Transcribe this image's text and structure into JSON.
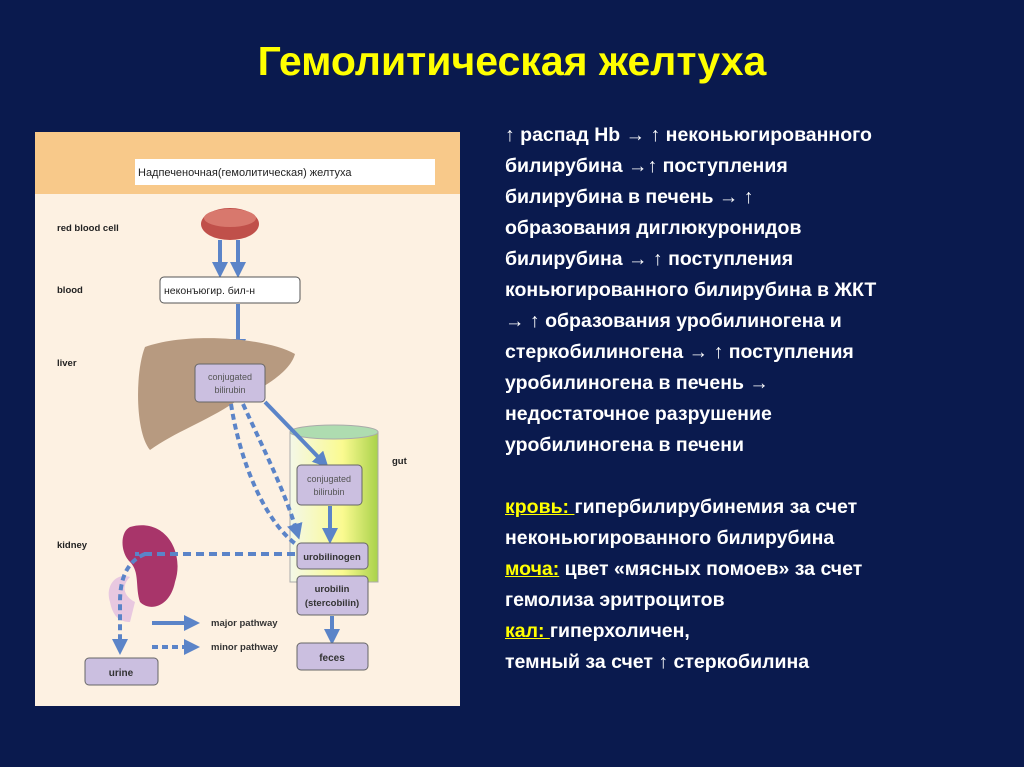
{
  "title": "Гемолитическая желтуха",
  "diagram": {
    "header": "Надпеченочная(гемолитическая) желтуха",
    "labels": {
      "rbc": "red blood cell",
      "blood": "blood",
      "liver": "liver",
      "kidney": "kidney",
      "gut": "gut"
    },
    "boxes": {
      "unconj": "неконъюгир. бил-н",
      "liver_conj_1": "conjugated",
      "liver_conj_2": "bilirubin",
      "gut_conj_1": "conjugated",
      "gut_conj_2": "bilirubin",
      "urobilinogen": "urobilinogen",
      "urobilin_1": "urobilin",
      "urobilin_2": "(stercobilin)",
      "feces": "feces",
      "urine": "urine"
    },
    "legend": {
      "major": "major pathway",
      "minor": "minor pathway"
    },
    "colors": {
      "arrow": "#5b84c8",
      "box": "#cbbfe0",
      "header_band": "#f8c98a",
      "panel": "#fdf1e2"
    }
  },
  "text": {
    "lines": [
      "↑ распад Hb → ↑ неконьюгированного",
      "билирубина →↑ поступления",
      "билирубина в печень → ↑",
      "образования  диглюкуронидов",
      "билирубина → ↑ поступления",
      "коньюгированного билирубина  в ЖКТ",
      "→ ↑ образования уробилиногена и",
      "стеркобилиногена → ↑ поступления",
      "уробилиногена в печень →",
      "недостаточное разрушение",
      "уробилиногена в печени"
    ],
    "blood_label": "кровь: ",
    "blood_text": "гипербилирубинемия  за счет",
    "blood_text2": "неконьюгированного билирубина",
    "urine_label": "моча:",
    "urine_text": " цвет «мясных помоев» за счет",
    "urine_text2": "гемолиза эритроцитов",
    "feces_label": "кал: ",
    "feces_text": "гиперхоличен,",
    "feces_text2": "темный за счет ↑ стеркобилина"
  }
}
